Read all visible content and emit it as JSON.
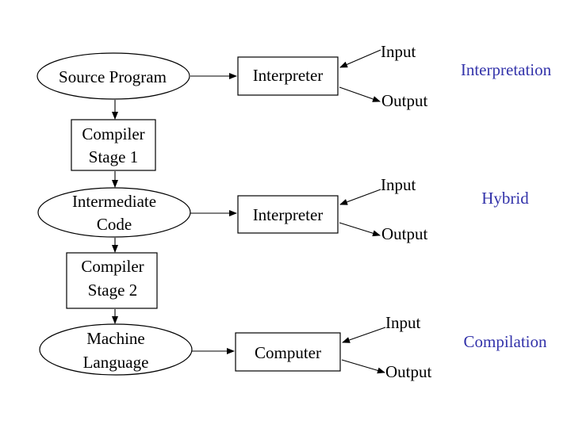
{
  "nodes": {
    "source_program": "Source Program",
    "compiler_stage_1": [
      "Compiler",
      "Stage 1"
    ],
    "intermediate_code": [
      "Intermediate",
      "Code"
    ],
    "compiler_stage_2": [
      "Compiler",
      "Stage 2"
    ],
    "machine_language": [
      "Machine",
      "Language"
    ],
    "interpreter_top": "Interpreter",
    "interpreter_mid": "Interpreter",
    "computer": "Computer"
  },
  "io": {
    "top": {
      "input": "Input",
      "output": "Output"
    },
    "mid": {
      "input": "Input",
      "output": "Output"
    },
    "bottom": {
      "input": "Input",
      "output": "Output"
    }
  },
  "categories": {
    "interpretation": "Interpretation",
    "hybrid": "Hybrid",
    "compilation": "Compilation"
  },
  "colors": {
    "category_text": "#3333aa",
    "stroke": "#000000"
  }
}
